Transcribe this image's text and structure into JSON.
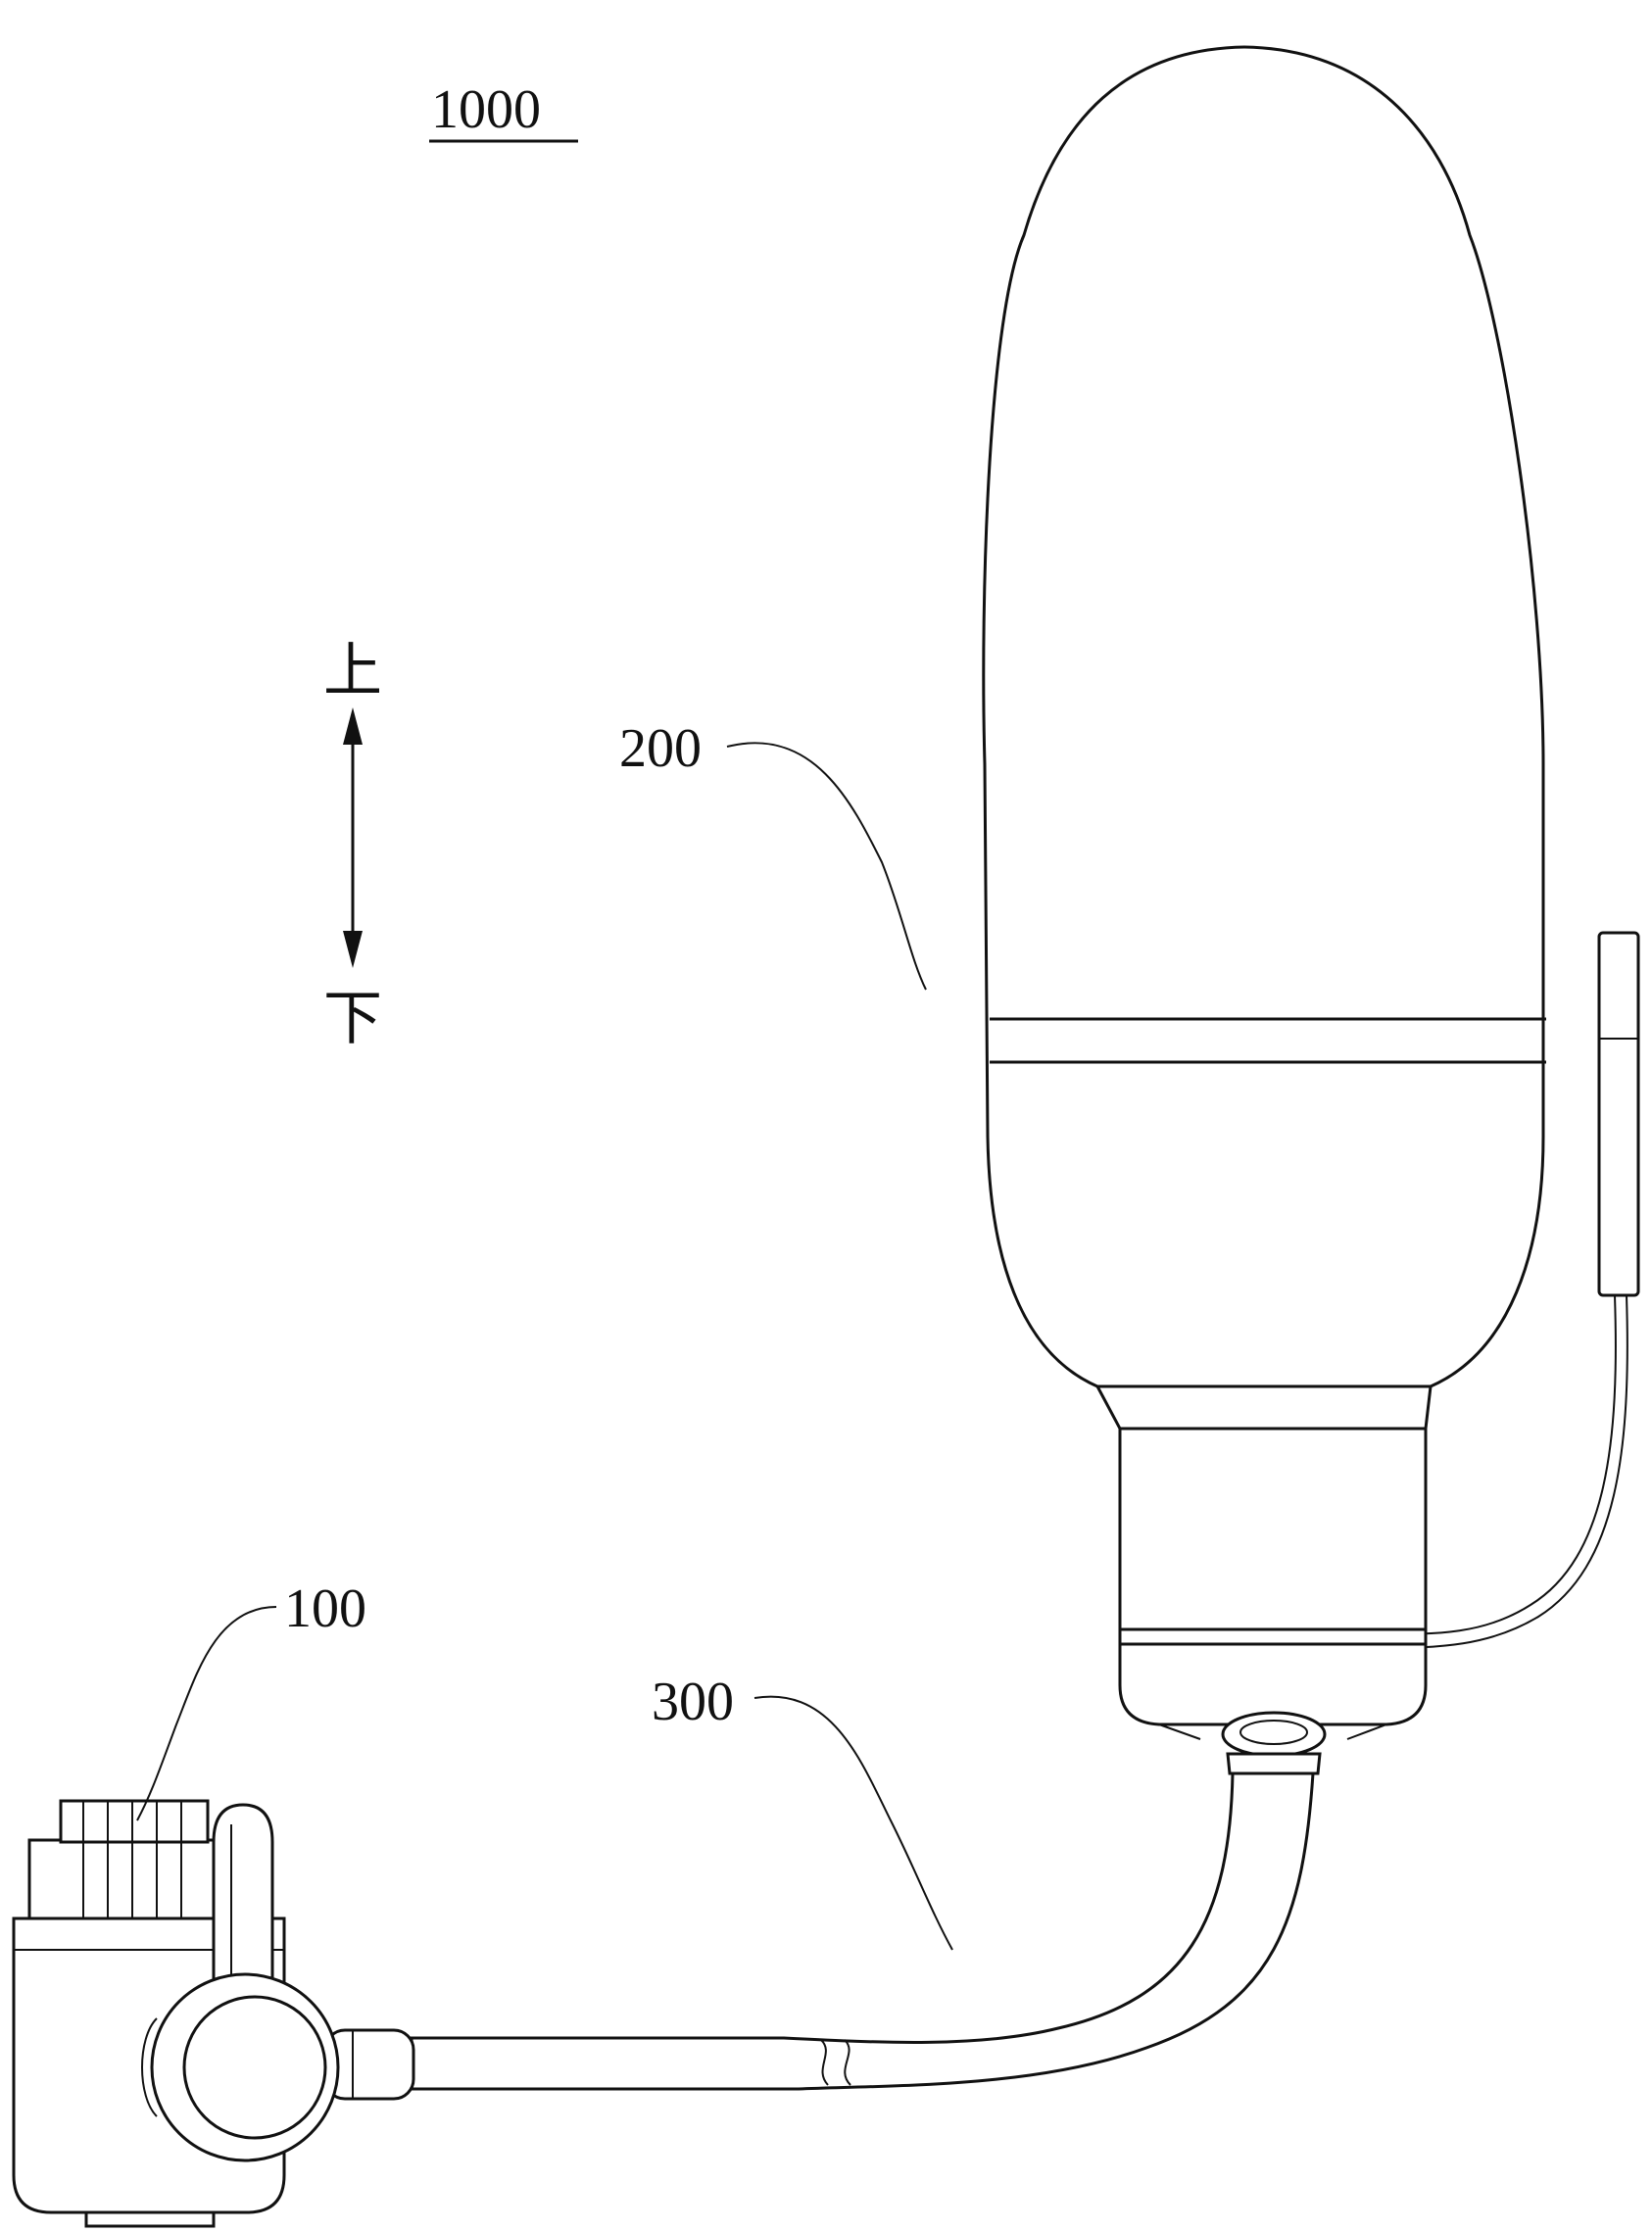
{
  "figure": {
    "number": "1000"
  },
  "direction_indicator": {
    "up_label": "上",
    "down_label": "下"
  },
  "callouts": [
    {
      "ref": "100"
    },
    {
      "ref": "200"
    },
    {
      "ref": "300"
    }
  ],
  "colors": {
    "ink": "#111111",
    "background": "#ffffff"
  }
}
